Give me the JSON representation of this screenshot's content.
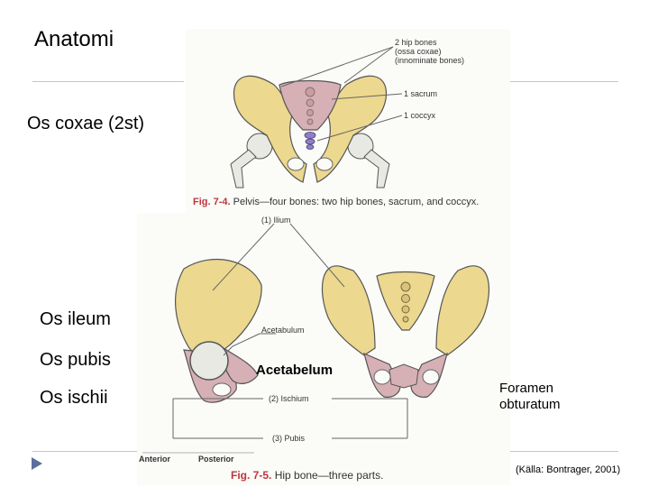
{
  "slide": {
    "title": "Anatomi",
    "subtitle": "Os coxae (2st)",
    "bullets": [
      "Os ileum",
      "Os pubis",
      "Os ischii"
    ],
    "credit": "(Källa: Bontrager, 2001)"
  },
  "figure_top": {
    "labels": {
      "hip_bones_1": "2 hip bones",
      "hip_bones_2": "(ossa coxae)",
      "hip_bones_3": "(innominate bones)",
      "sacrum": "1 sacrum",
      "coccyx": "1 coccyx"
    },
    "caption_num": "Fig. 7-4.",
    "caption_text": "Pelvis—four bones: two hip bones, sacrum, and coccyx."
  },
  "figure_bottom": {
    "labels": {
      "ilium": "(1) Ilium",
      "acetabulum": "Acetabulum",
      "ischium": "(2) Ischium",
      "pubis": "(3) Pubis",
      "anterior": "Anterior",
      "posterior": "Posterior"
    },
    "caption_num": "Fig. 7-5.",
    "caption_text": "Hip bone—three parts."
  },
  "overlay_labels": {
    "acetabelum": "Acetabelum",
    "foramen_line1": "Foramen",
    "foramen_line2": "obturatum"
  },
  "colors": {
    "bone_yellow": "#ecd88e",
    "bone_pink": "#d6b0b4",
    "bone_grey": "#e9e9e4",
    "coccyx_purple": "#8f7fc9",
    "caption_red": "#c0343c",
    "accent_arrow": "#5a6f9c"
  }
}
